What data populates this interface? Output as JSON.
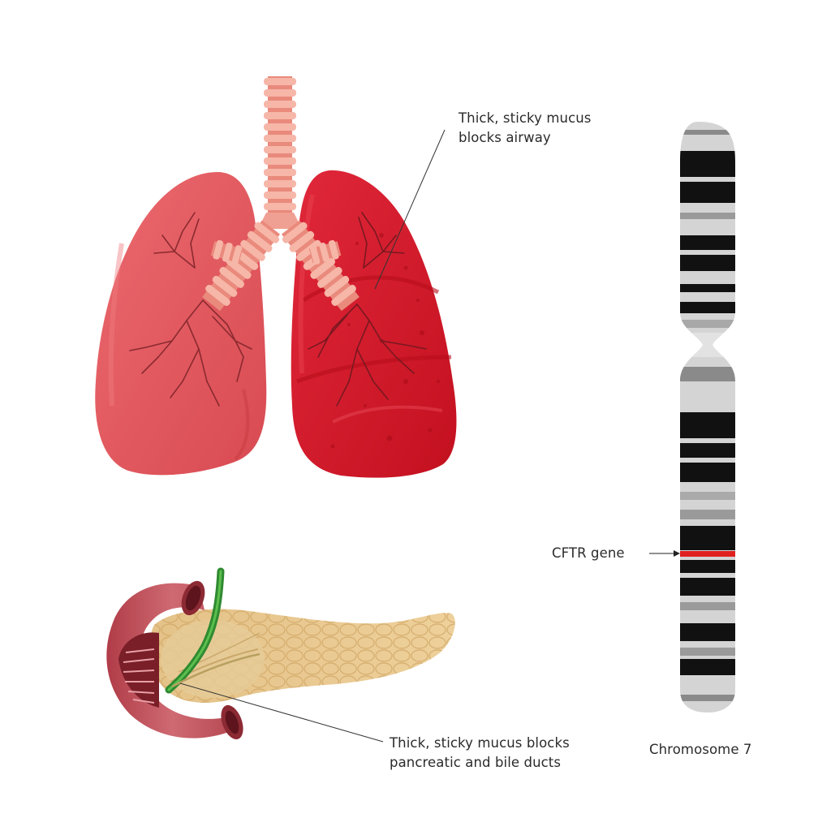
{
  "labels": {
    "lung_annotation": [
      "Thick, sticky mucus",
      "blocks airway"
    ],
    "pancreas_annotation": [
      "Thick, sticky mucus blocks",
      "pancreatic and bile ducts"
    ],
    "gene_label": "CFTR gene",
    "chromosome_label": "Chromosome 7"
  },
  "colors": {
    "healthy_lung": "#e35a60",
    "affected_lung": "#d61f2e",
    "trachea": "#f0a092",
    "duodenum": "#b8434f",
    "pancreas": "#e8c88a",
    "bile_duct": "#3d9a3a",
    "gene_highlight": "#e02020"
  }
}
